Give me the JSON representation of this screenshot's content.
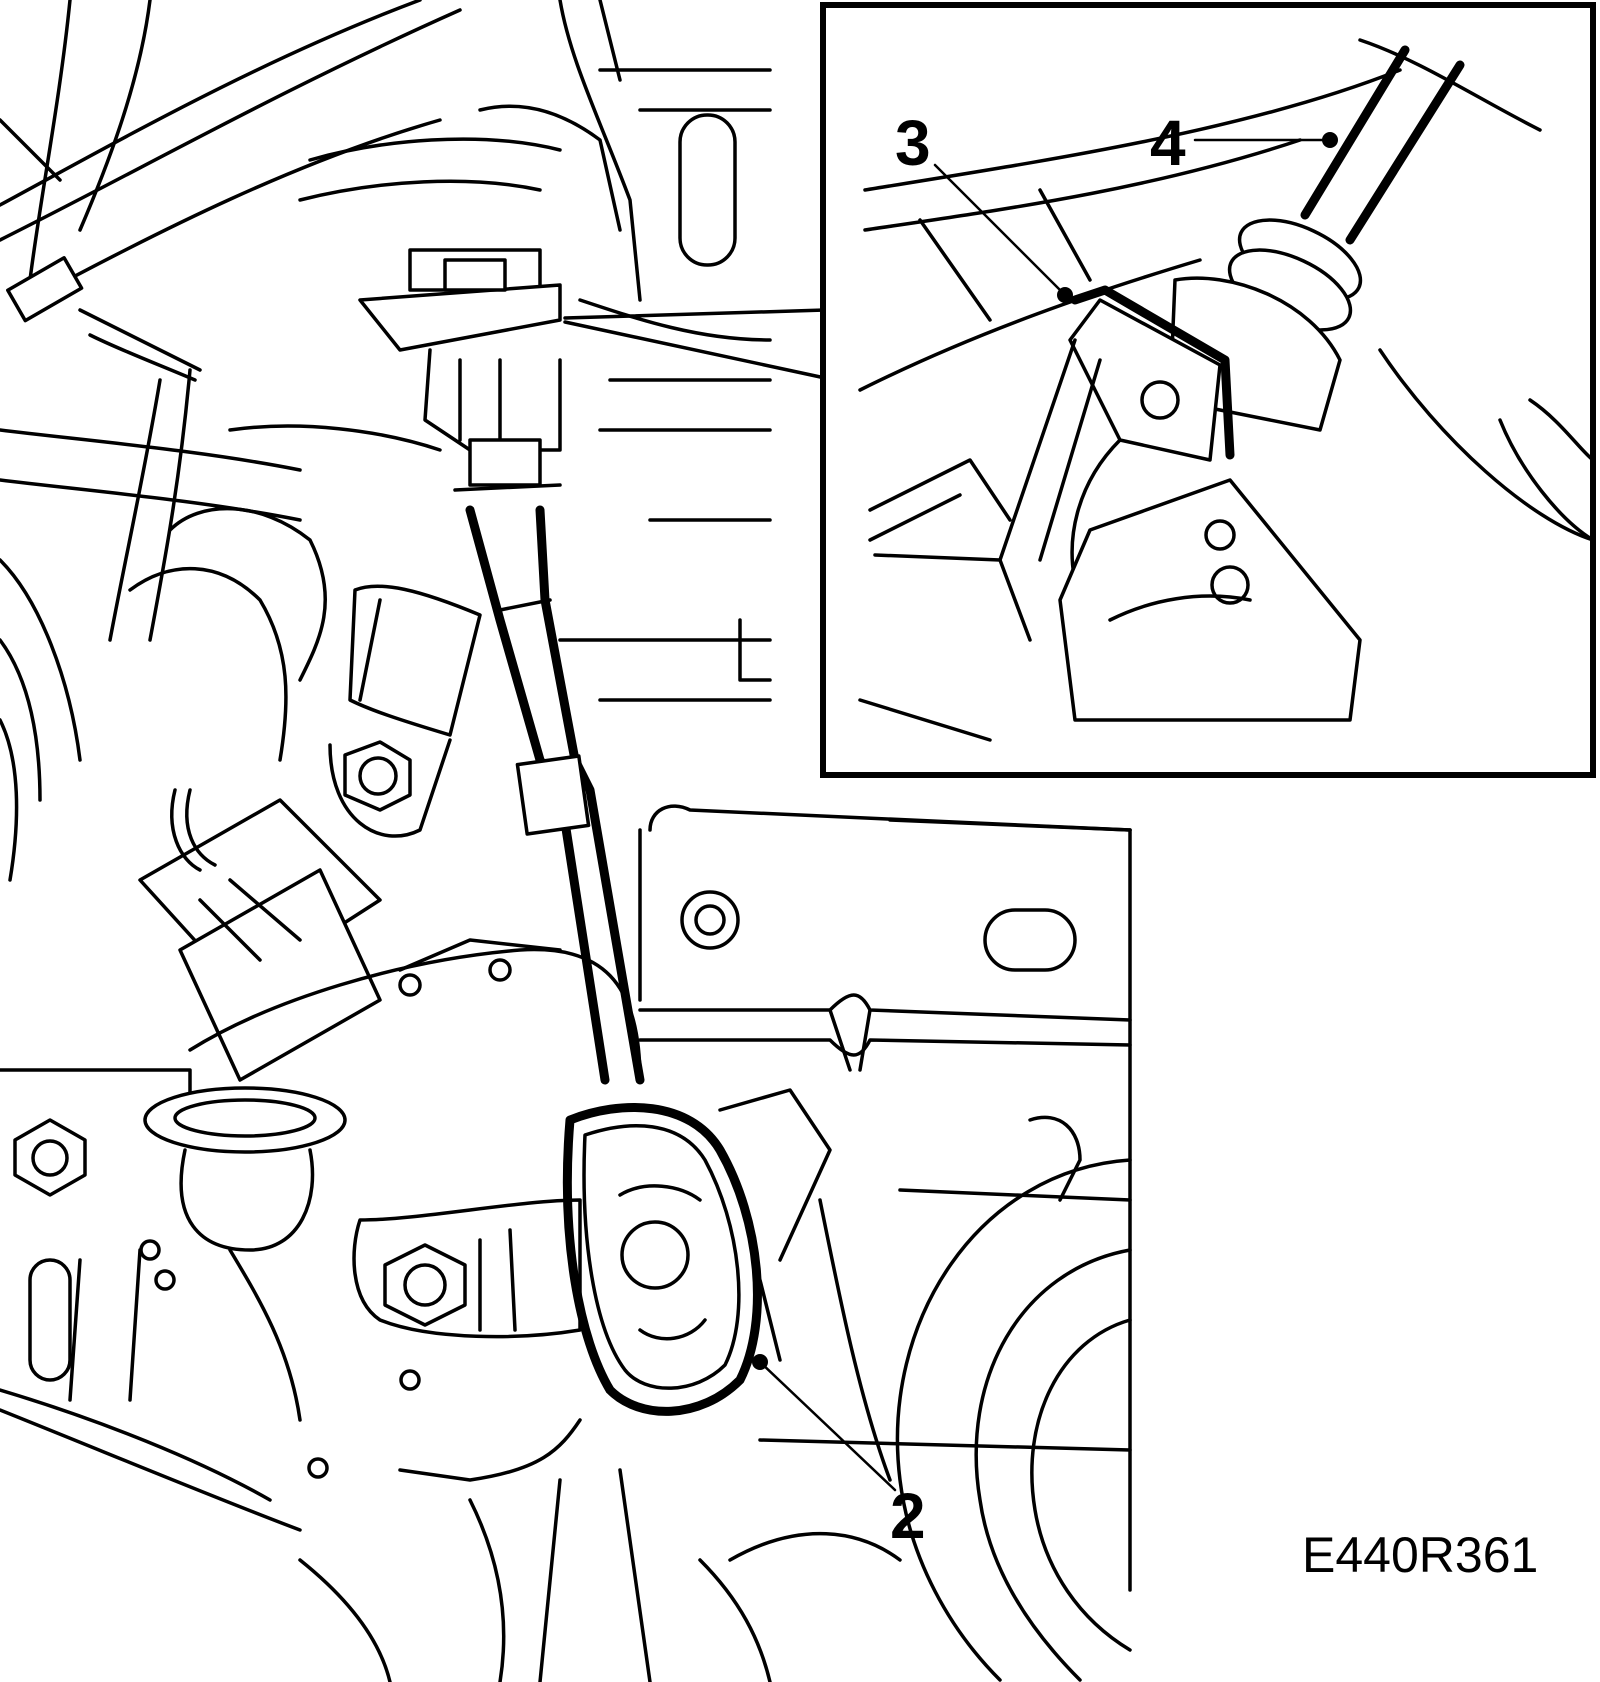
{
  "callouts": {
    "c2": "2",
    "c3": "3",
    "c4": "4"
  },
  "figure_reference": "E440R361",
  "colors": {
    "line": "#000000",
    "background": "#ffffff"
  }
}
